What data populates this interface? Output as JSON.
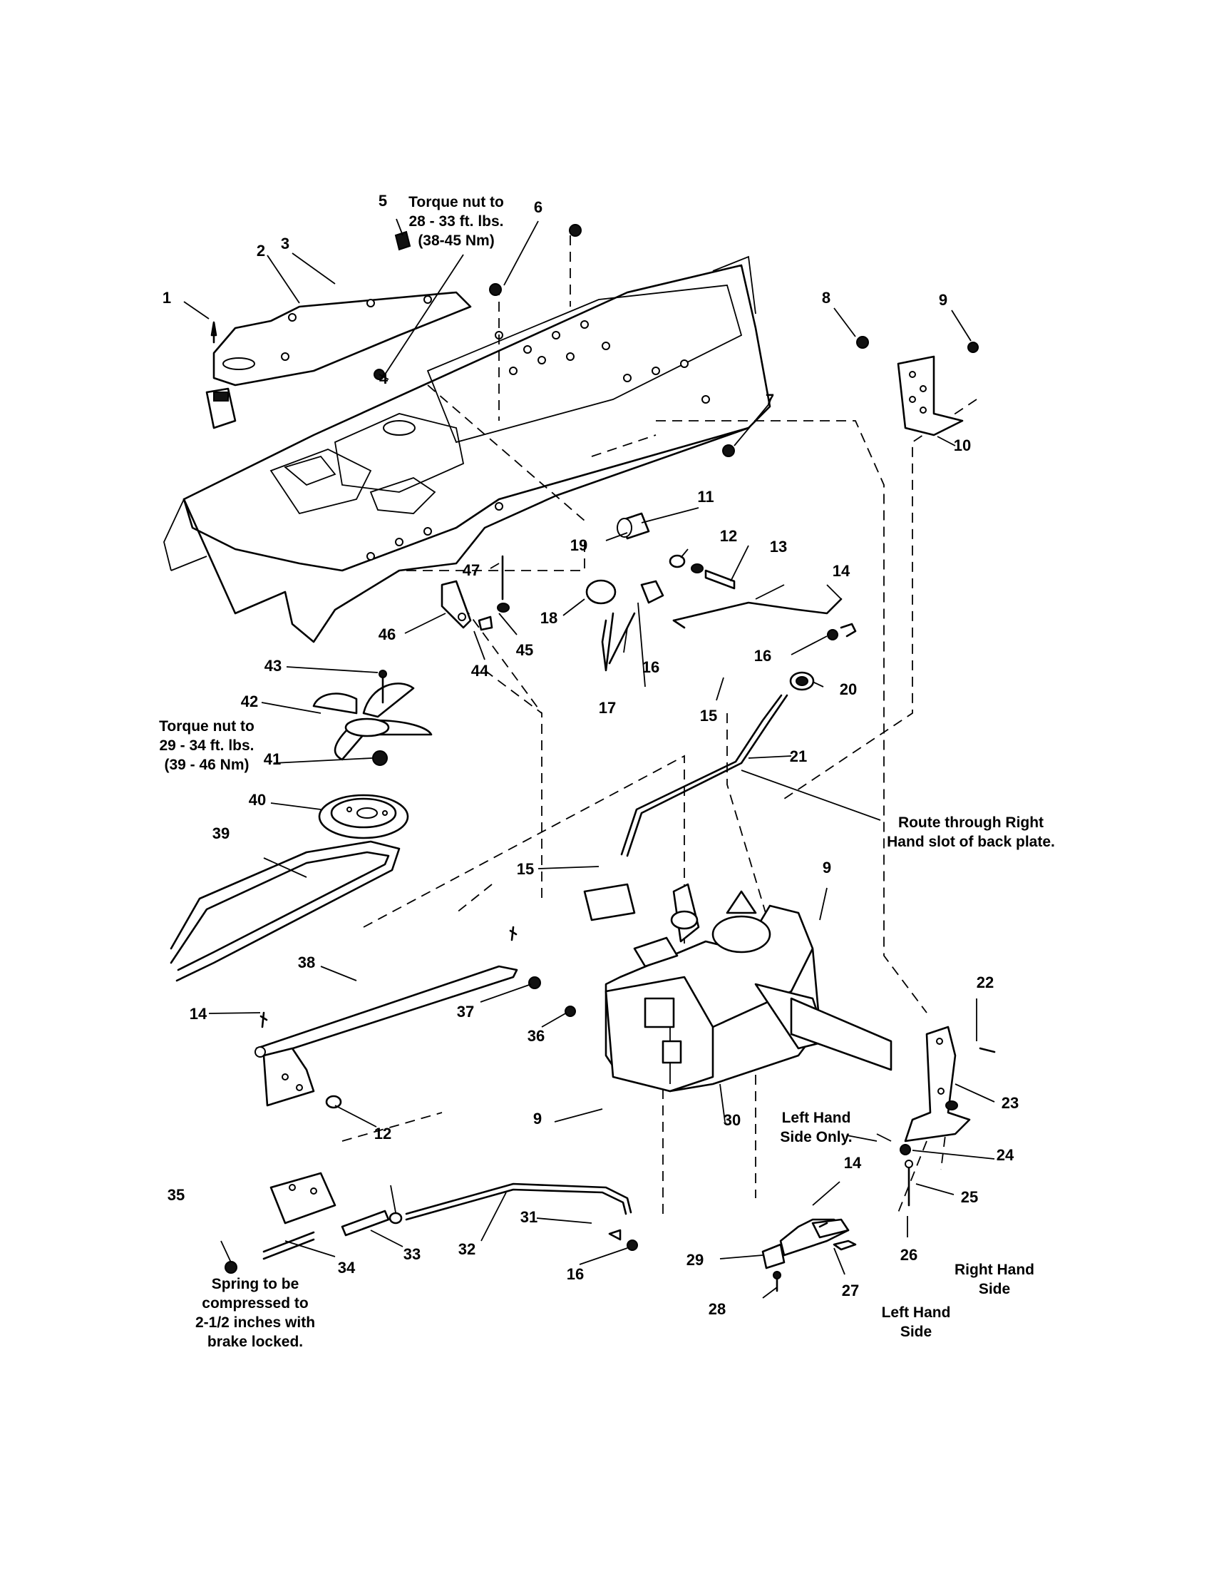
{
  "part_labels": {
    "p1": "1",
    "p2": "2",
    "p3": "3",
    "p4": "4",
    "p5": "5",
    "p6": "6",
    "p7": "7",
    "p8": "8",
    "p9a": "9",
    "p10": "10",
    "p11": "11",
    "p12a": "12",
    "p13": "13",
    "p14a": "14",
    "p15a": "15",
    "p16a": "16",
    "p16b": "16",
    "p17": "17",
    "p18": "18",
    "p19": "19",
    "p20": "20",
    "p21": "21",
    "p15b": "15",
    "p9b": "9",
    "p22": "22",
    "p23": "23",
    "p24": "24",
    "p25": "25",
    "p26": "26",
    "p27": "27",
    "p28": "28",
    "p29": "29",
    "p30": "30",
    "p31": "31",
    "p16c": "16",
    "p32": "32",
    "p33": "33",
    "p34": "34",
    "p35": "35",
    "p36": "36",
    "p37": "37",
    "p38": "38",
    "p14b": "14",
    "p12b": "12",
    "p9c": "9",
    "p14c": "14",
    "p39": "39",
    "p40": "40",
    "p41": "41",
    "p42": "42",
    "p43": "43",
    "p44": "44",
    "p45": "45",
    "p46": "46",
    "p47": "47"
  },
  "notes": {
    "torque_top": [
      "Torque nut to",
      "28 - 33 ft. lbs.",
      "(38-45 Nm)"
    ],
    "torque_fan": [
      "Torque nut to",
      "29 - 34 ft. lbs.",
      "(39 - 46 Nm)"
    ],
    "route": [
      "Route through Right",
      "Hand slot of back plate."
    ],
    "left_only": [
      "Left Hand",
      "Side Only."
    ],
    "right_side": [
      "Right Hand",
      "Side"
    ],
    "left_side": [
      "Left Hand",
      "Side"
    ],
    "spring": [
      "Spring to be",
      "compressed to",
      "2-1/2 inches with",
      "brake locked."
    ]
  }
}
